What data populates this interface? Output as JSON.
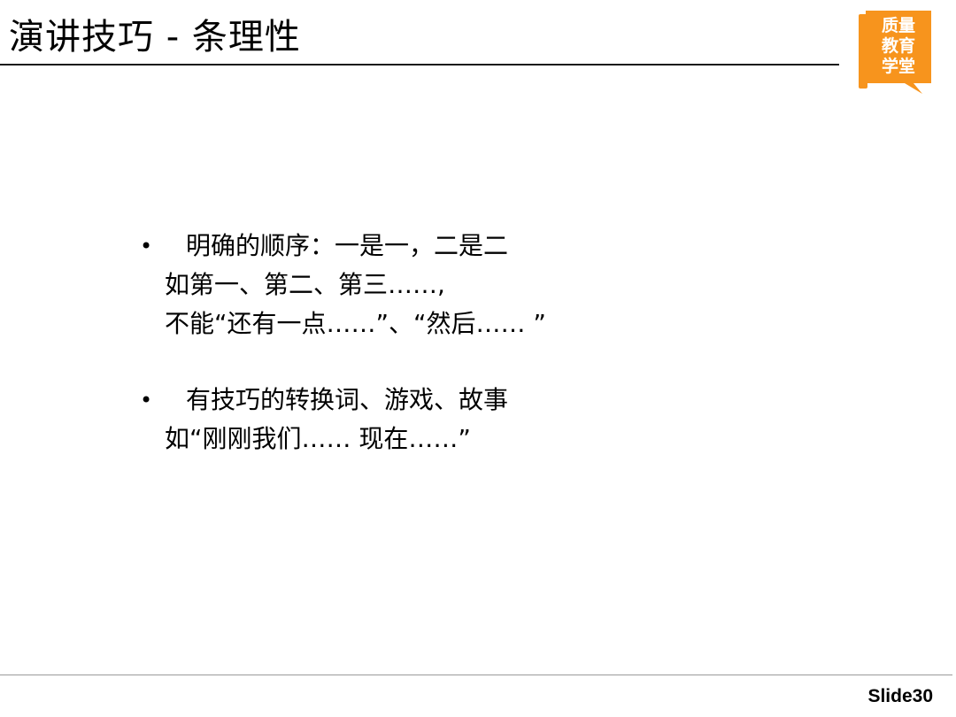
{
  "title": "演讲技巧 - 条理性",
  "logo": {
    "lines": [
      "质量",
      "教育",
      "学堂"
    ],
    "color": "#f7941d"
  },
  "bullets": [
    {
      "marker": "•",
      "lines": [
        "明确的顺序：一是一，二是二",
        "如第一、第二、第三……,",
        "不能“还有一点……”、“然后…… ”"
      ]
    },
    {
      "marker": "•",
      "lines": [
        "有技巧的转换词、游戏、故事",
        "如“刚刚我们…… 现在……”"
      ]
    }
  ],
  "footer": {
    "slide_number": "Slide30"
  }
}
